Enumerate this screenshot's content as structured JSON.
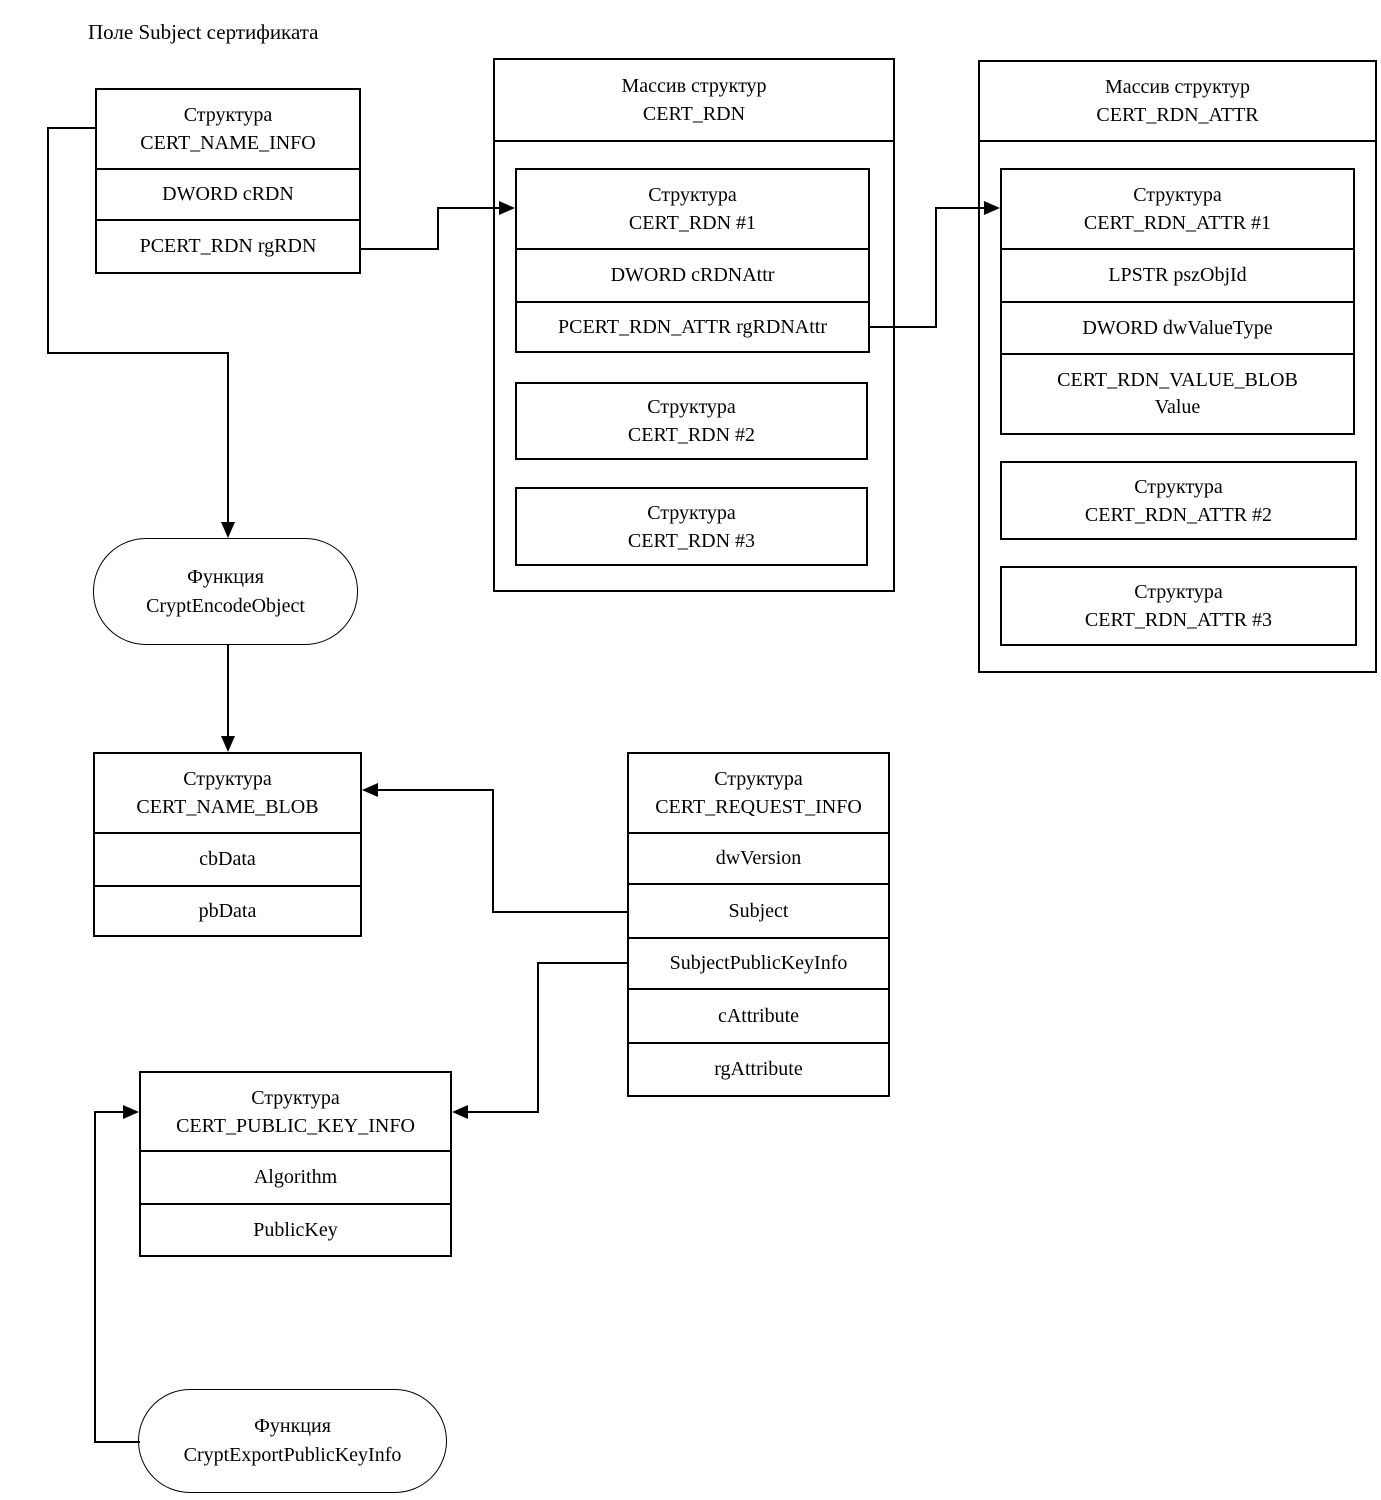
{
  "diagram_title": "Поле Subject сертификата",
  "nodes": {
    "cert_name_info": {
      "type": "Структура",
      "name": "CERT_NAME_INFO",
      "fields": [
        "DWORD cRDN",
        "PCERT_RDN rgRDN"
      ]
    },
    "cert_rdn_array": {
      "type": "Массив структур",
      "name": "CERT_RDN"
    },
    "cert_rdn_1": {
      "type": "Структура",
      "name": "CERT_RDN #1",
      "fields": [
        "DWORD cRDNAttr",
        "PCERT_RDN_ATTR rgRDNAttr"
      ]
    },
    "cert_rdn_2": {
      "type": "Структура",
      "name": "CERT_RDN #2"
    },
    "cert_rdn_3": {
      "type": "Структура",
      "name": "CERT_RDN #3"
    },
    "cert_rdn_attr_array": {
      "type": "Массив структур",
      "name": "CERT_RDN_ATTR"
    },
    "cert_rdn_attr_1": {
      "type": "Структура",
      "name": "CERT_RDN_ATTR #1",
      "fields": [
        "LPSTR pszObjId",
        "DWORD dwValueType",
        "CERT_RDN_VALUE_BLOB\nValue"
      ]
    },
    "cert_rdn_attr_2": {
      "type": "Структура",
      "name": "CERT_RDN_ATTR #2"
    },
    "cert_rdn_attr_3": {
      "type": "Структура",
      "name": "CERT_RDN_ATTR #3"
    },
    "crypt_encode_object": {
      "type": "Функция",
      "name": "CryptEncodeObject"
    },
    "cert_name_blob": {
      "type": "Структура",
      "name": "CERT_NAME_BLOB",
      "fields": [
        "cbData",
        "pbData"
      ]
    },
    "cert_request_info": {
      "type": "Структура",
      "name": "CERT_REQUEST_INFO",
      "fields": [
        "dwVersion",
        "Subject",
        "SubjectPublicKeyInfo",
        "cAttribute",
        "rgAttribute"
      ]
    },
    "cert_public_key_info": {
      "type": "Структура",
      "name": "CERT_PUBLIC_KEY_INFO",
      "fields": [
        "Algorithm",
        "PublicKey"
      ]
    },
    "crypt_export_public_key_info": {
      "type": "Функция",
      "name": "CryptExportPublicKeyInfo"
    }
  },
  "colors": {
    "line": "#000000",
    "background": "#ffffff"
  }
}
